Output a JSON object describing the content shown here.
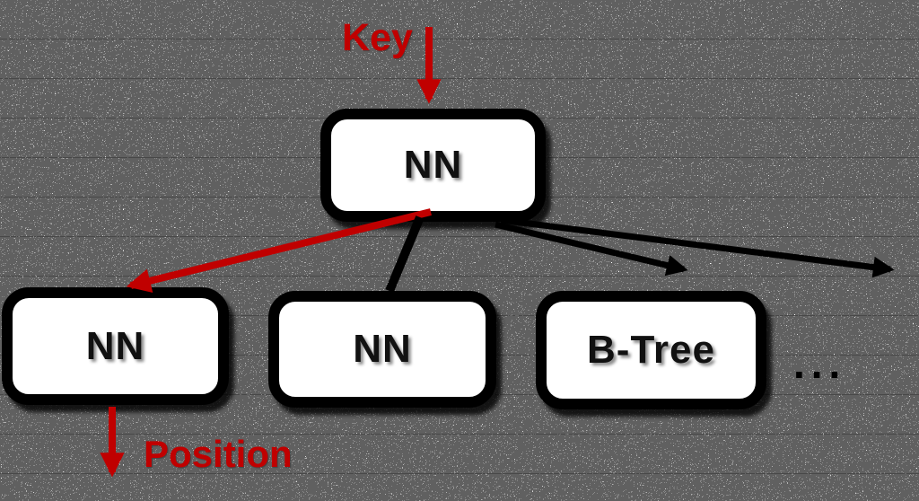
{
  "diagram": {
    "input_label": "Key",
    "output_label": "Position",
    "root": {
      "label": "NN"
    },
    "children": [
      {
        "label": "NN"
      },
      {
        "label": "NN"
      },
      {
        "label": "B-Tree"
      }
    ],
    "ellipsis": "...",
    "colors": {
      "accent": "#c00000",
      "node_border": "#000000",
      "node_fill": "#ffffff",
      "label_text": "#111111"
    }
  }
}
